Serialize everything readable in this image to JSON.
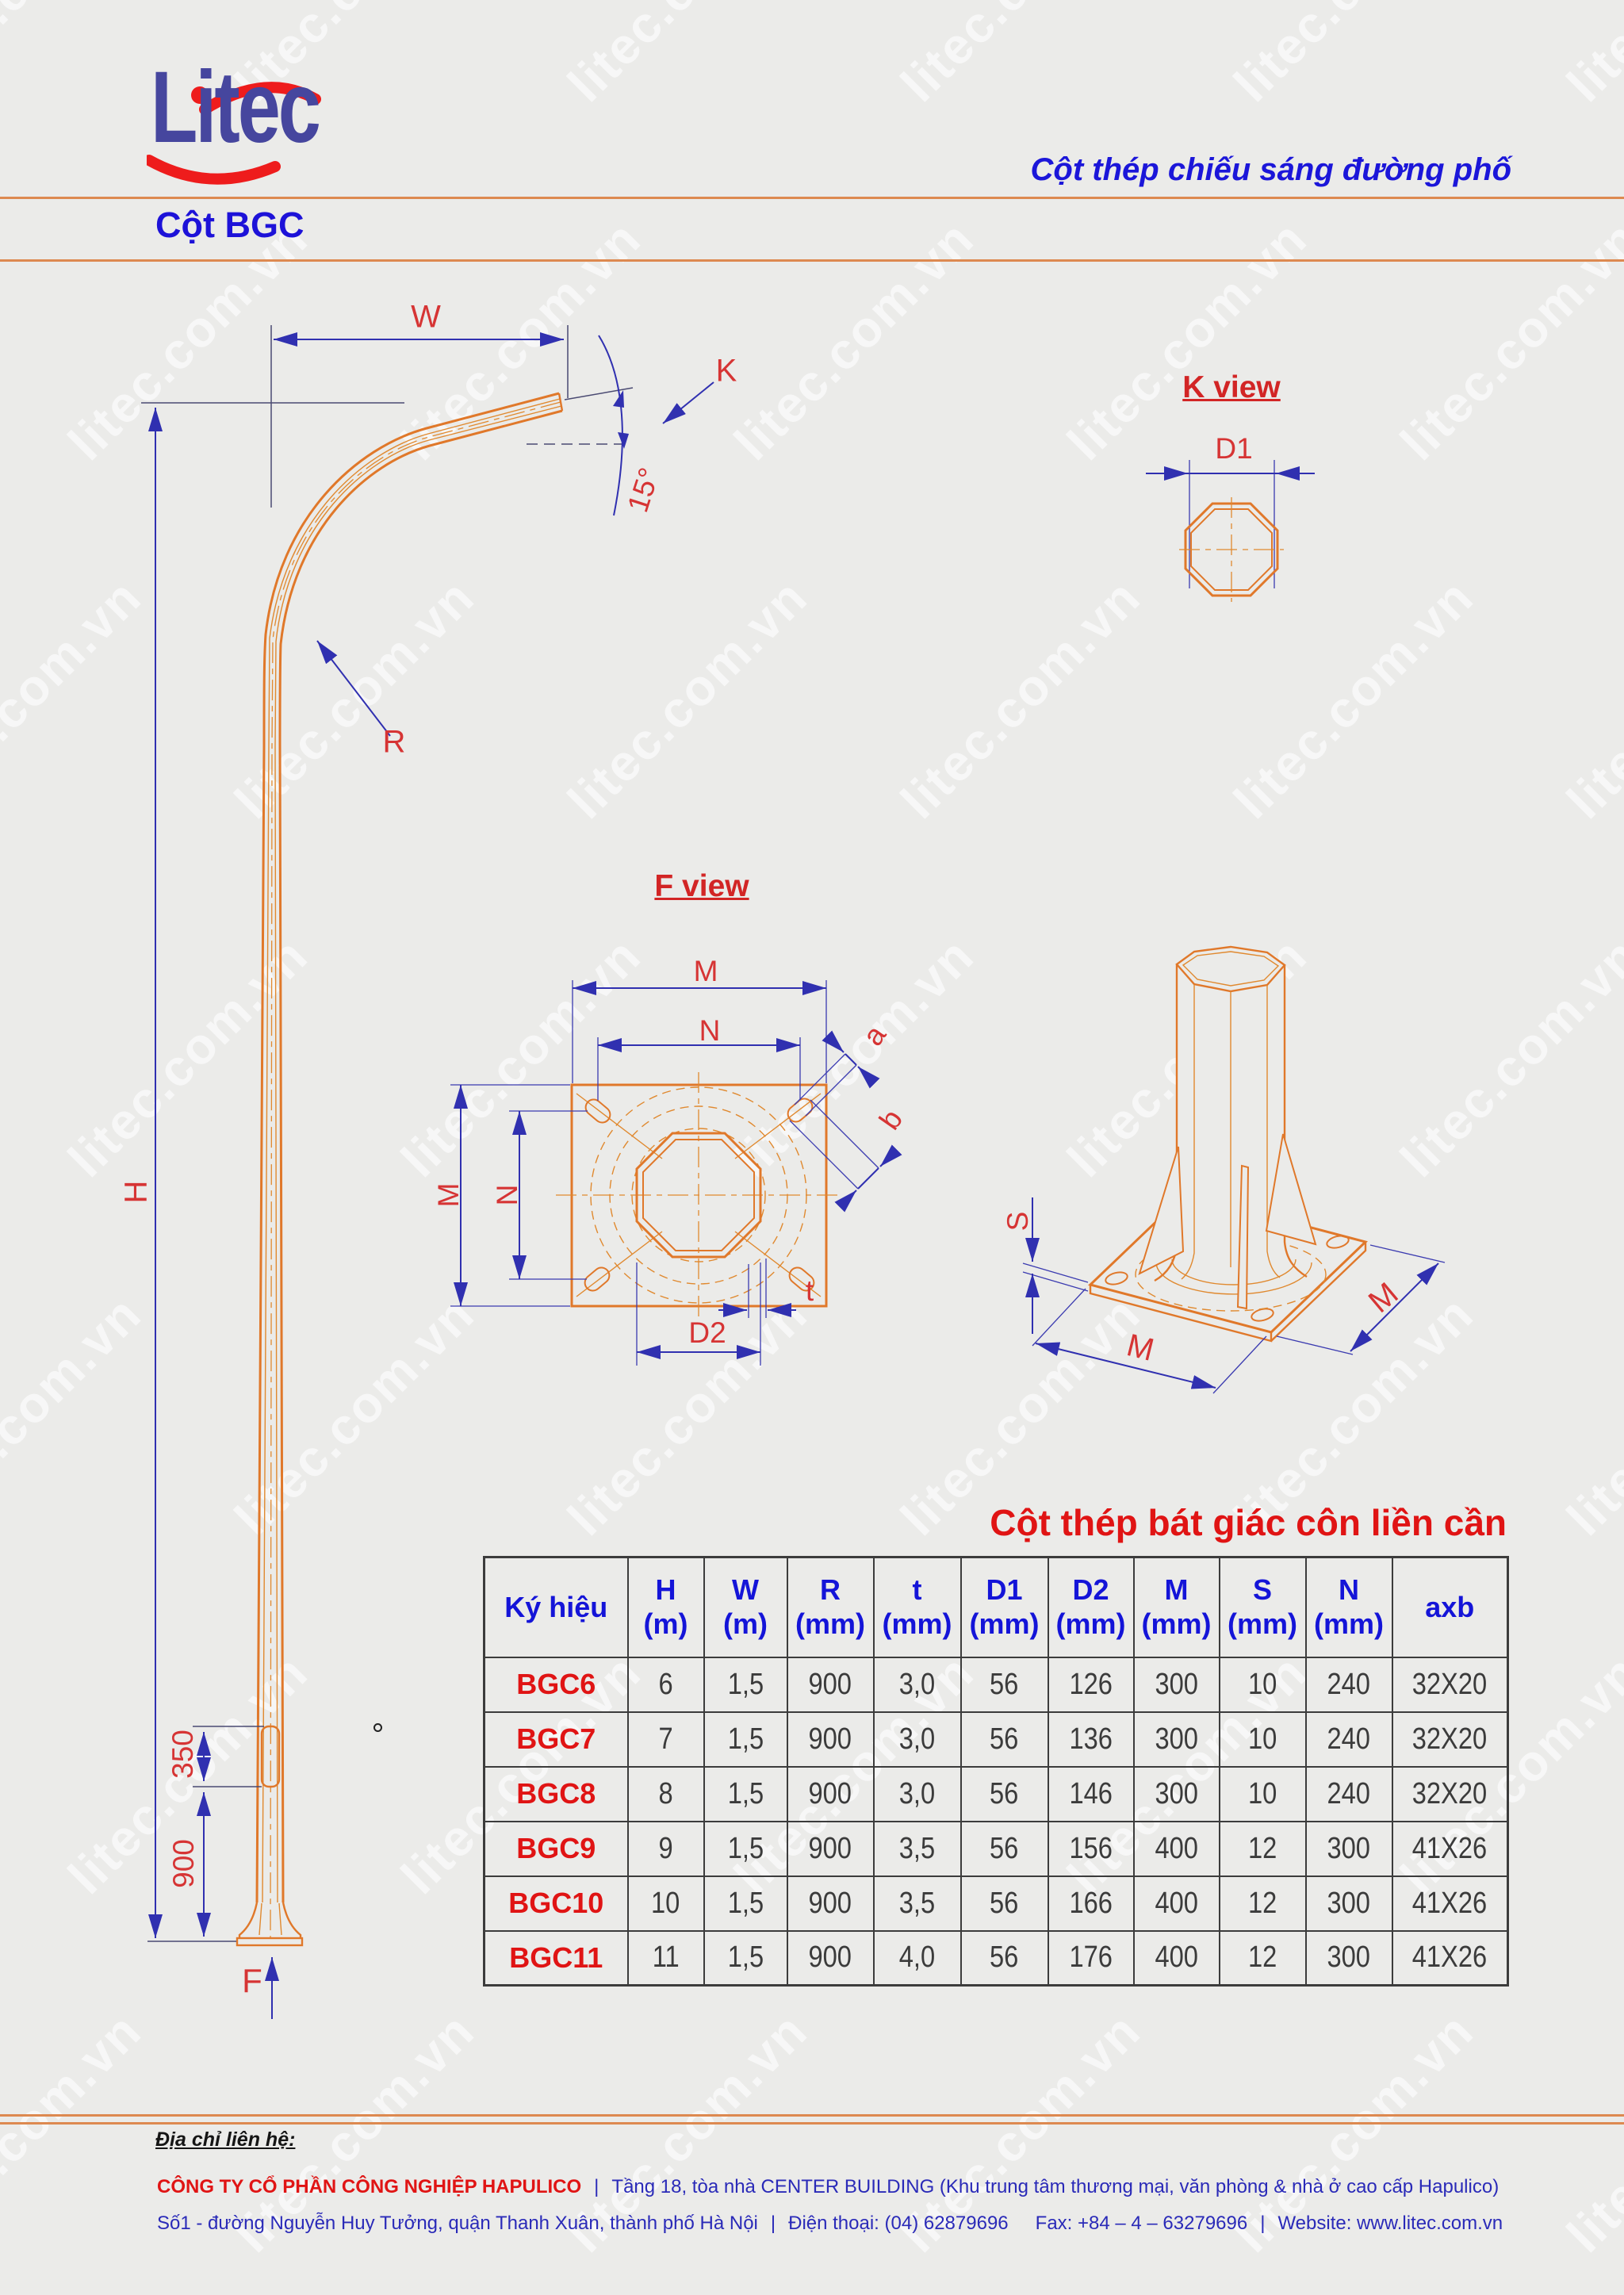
{
  "watermark": {
    "text": "litec.com.vn"
  },
  "header": {
    "logo_text": "Litec",
    "tagline": "Cột thép chiếu sáng đường phố",
    "section_title": "Cột BGC"
  },
  "drawing": {
    "front": {
      "w": "W",
      "k": "K",
      "angle": "15°",
      "r": "R",
      "h": "H",
      "door": "350",
      "base": "900",
      "f": "F"
    },
    "k_view": {
      "title": "K view",
      "d1": "D1"
    },
    "f_view": {
      "title": "F view",
      "m_top": "M",
      "n_top": "N",
      "a": "a",
      "b": "b",
      "m_left": "M",
      "n_left": "N",
      "t": "t",
      "d2": "D2"
    },
    "iso": {
      "s": "S",
      "m_bottom": "M",
      "m_right": "M"
    }
  },
  "table": {
    "title": "Cột thép bát giác côn liền cần",
    "columns": [
      {
        "label": "Ký hiệu",
        "unit": ""
      },
      {
        "label": "H",
        "unit": "(m)"
      },
      {
        "label": "W",
        "unit": "(m)"
      },
      {
        "label": "R",
        "unit": "(mm)"
      },
      {
        "label": "t",
        "unit": "(mm)"
      },
      {
        "label": "D1",
        "unit": "(mm)"
      },
      {
        "label": "D2",
        "unit": "(mm)"
      },
      {
        "label": "M",
        "unit": "(mm)"
      },
      {
        "label": "S",
        "unit": "(mm)"
      },
      {
        "label": "N",
        "unit": "(mm)"
      },
      {
        "label": "axb",
        "unit": ""
      }
    ],
    "rows": [
      {
        "model": "BGC6",
        "values": [
          "6",
          "1,5",
          "900",
          "3,0",
          "56",
          "126",
          "300",
          "10",
          "240",
          "32X20"
        ]
      },
      {
        "model": "BGC7",
        "values": [
          "7",
          "1,5",
          "900",
          "3,0",
          "56",
          "136",
          "300",
          "10",
          "240",
          "32X20"
        ]
      },
      {
        "model": "BGC8",
        "values": [
          "8",
          "1,5",
          "900",
          "3,0",
          "56",
          "146",
          "300",
          "10",
          "240",
          "32X20"
        ]
      },
      {
        "model": "BGC9",
        "values": [
          "9",
          "1,5",
          "900",
          "3,5",
          "56",
          "156",
          "400",
          "12",
          "300",
          "41X26"
        ]
      },
      {
        "model": "BGC10",
        "values": [
          "10",
          "1,5",
          "900",
          "3,5",
          "56",
          "166",
          "400",
          "12",
          "300",
          "41X26"
        ]
      },
      {
        "model": "BGC11",
        "values": [
          "11",
          "1,5",
          "900",
          "4,0",
          "56",
          "176",
          "400",
          "12",
          "300",
          "41X26"
        ]
      }
    ]
  },
  "footer": {
    "heading": "Địa chỉ liên hệ:",
    "company": "CÔNG TY CỔ PHẦN CÔNG NGHIỆP HAPULICO",
    "sep": "|",
    "address_line1": "Tầng 18, tòa nhà CENTER BUILDING (Khu trung tâm thương mại, văn phòng & nhà ở cao cấp Hapulico)",
    "address_line2": "Số1 - đường Nguyễn Huy Tưởng, quận Thanh Xuân, thành phố Hà Nội",
    "phone": "Điện thoại: (04) 62879696",
    "fax": "Fax: +84 – 4 – 63279696",
    "website": "Website: www.litec.com.vn"
  }
}
